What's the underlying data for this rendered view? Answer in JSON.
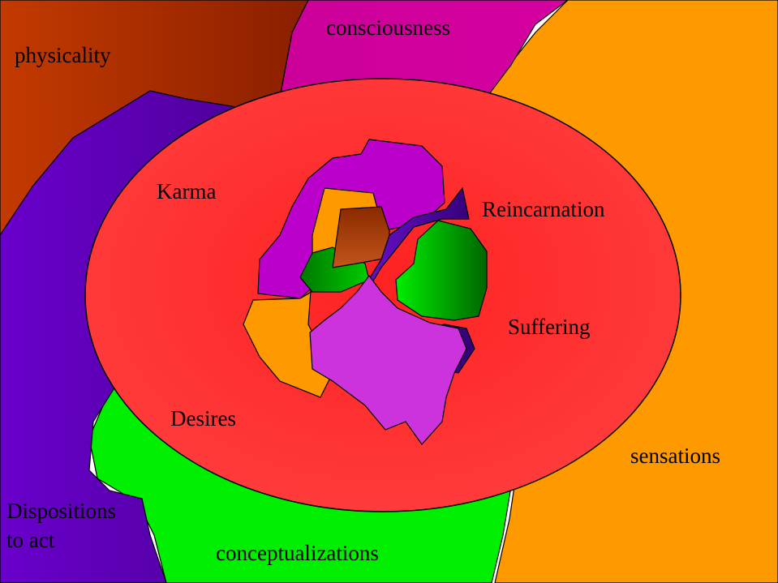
{
  "labels": {
    "physicality": "physicality",
    "consciousness": "consciousness",
    "sensations": "sensations",
    "dispositions_line1": "Dispositions",
    "dispositions_line2": "to act",
    "conceptualizations": "conceptualizations",
    "karma": "Karma",
    "reincarnation": "Reincarnation",
    "suffering": "Suffering",
    "desires": "Desires"
  },
  "colors": {
    "physicality": "#b83200",
    "physicality_dark": "#8a2000",
    "consciousness": "#cc0099",
    "sensations": "#ff9900",
    "dispositions": "#6600cc",
    "conceptualizations": "#00e600",
    "center_disc": "#ff3333",
    "center_orange": "#ff9900",
    "center_purple": "#bb00cc",
    "center_blue": "#5500aa",
    "center_green": "#00dd00",
    "center_brown": "#aa3300",
    "center_pink": "#cc33dd",
    "outline": "#000000"
  }
}
